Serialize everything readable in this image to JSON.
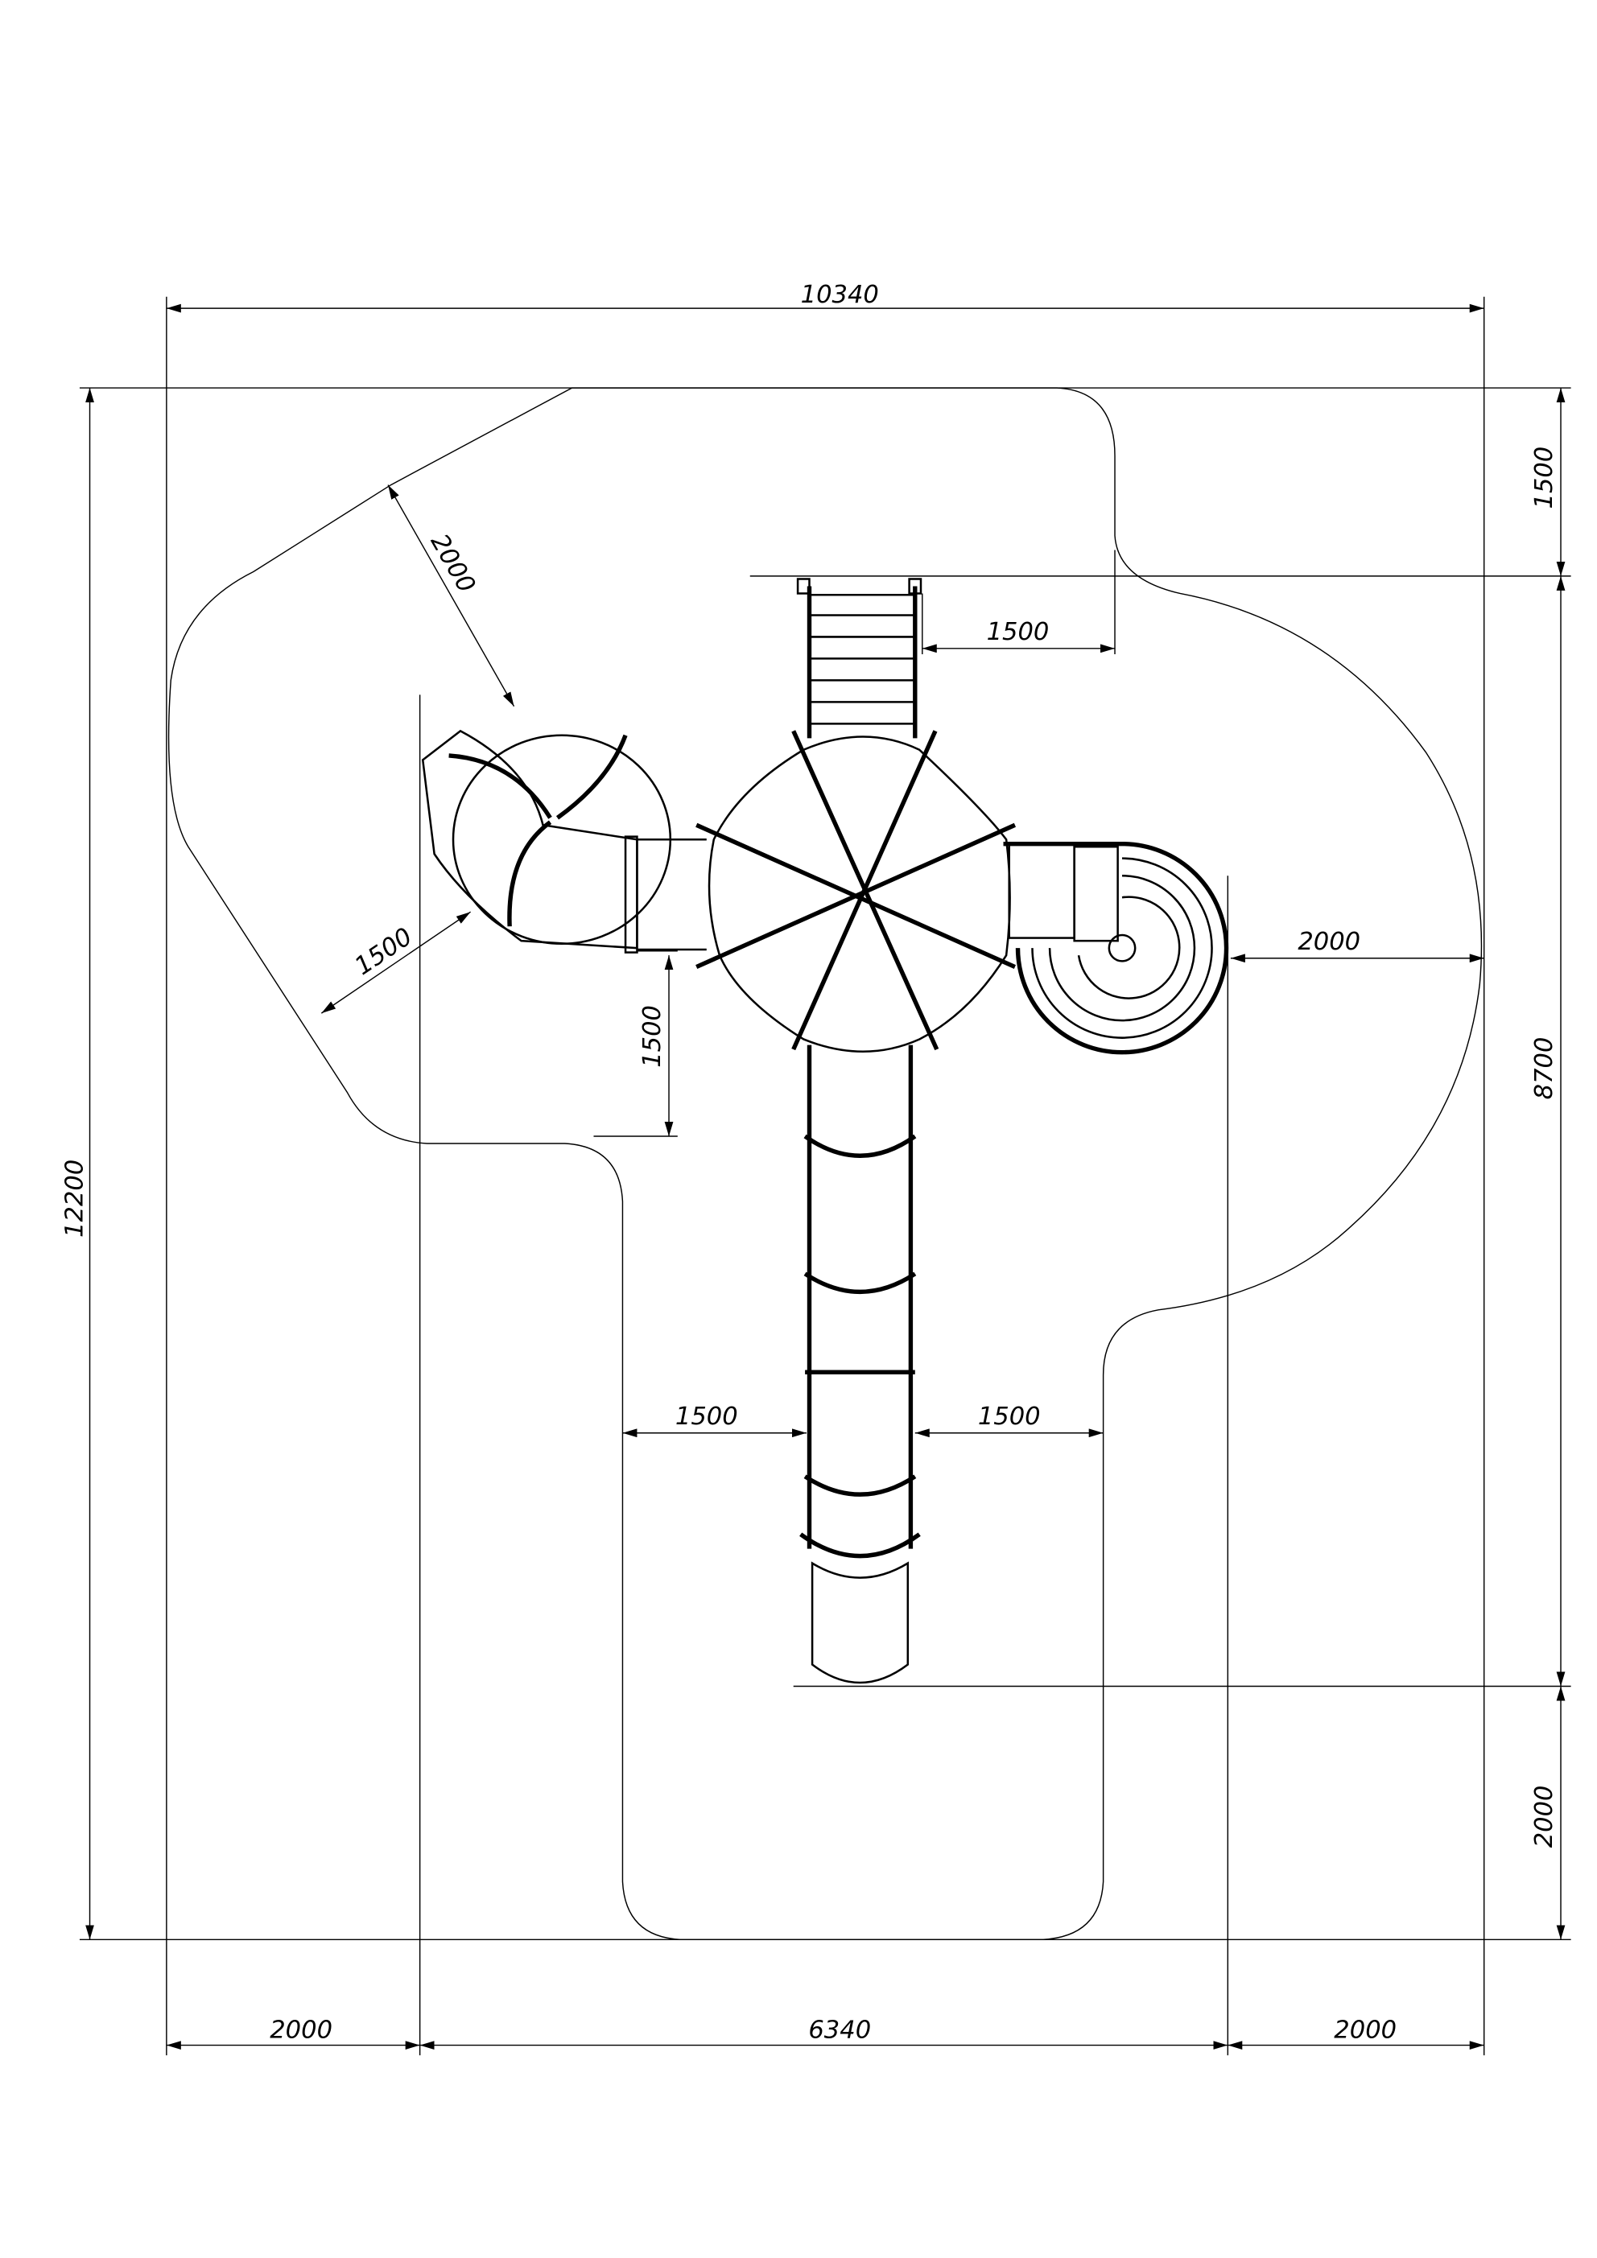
{
  "drawing": {
    "dimensions": {
      "overall_width": "10340",
      "overall_height": "12200",
      "bottom_left": "2000",
      "bottom_center": "6340",
      "bottom_right": "2000",
      "right_top": "1500",
      "right_middle": "8700",
      "right_bottom": "2000",
      "diag_upper_left": "2000",
      "diag_lower_left": "1500",
      "ladder_clearance": "1500",
      "spiral_clearance": "2000",
      "left_tube_clearance": "1500",
      "slide_left_clearance": "1500",
      "slide_right_clearance": "1500"
    }
  }
}
